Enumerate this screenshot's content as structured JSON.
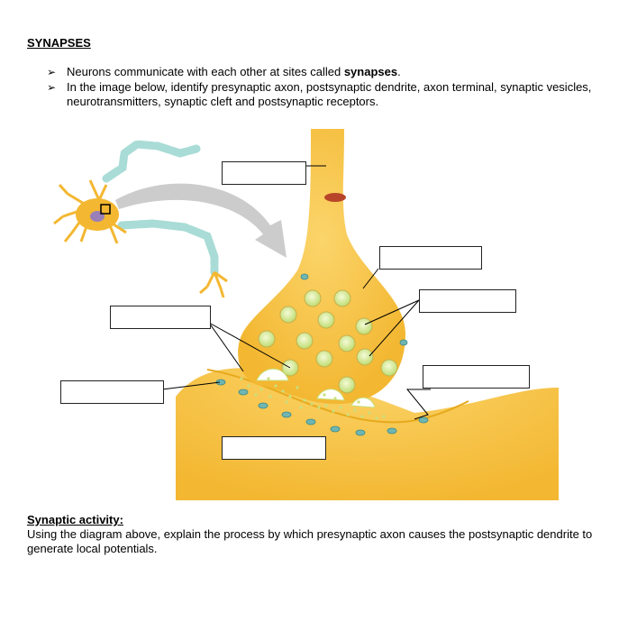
{
  "heading": "SYNAPSES",
  "bullets": {
    "b1_text": "Neurons communicate with each other at sites called ",
    "b1_bold": "synapses",
    "b1_end": ".",
    "b2_text": "In the image below, identify presynaptic axon, postsynaptic dendrite, axon terminal, synaptic vesicles, neurotransmitters, synaptic cleft and postsynaptic receptors."
  },
  "bullet_glyph": "➢",
  "activity": {
    "title": "Synaptic activity:",
    "body": "Using the diagram above, explain the process by which presynaptic axon causes the postsynaptic dendrite to generate local potentials."
  },
  "colors": {
    "neuron_yellow": "#f3b731",
    "neuron_light": "#fbd56b",
    "myelin": "#a9dcd6",
    "vesicle": "#d6ec8e",
    "arrow_gray": "#cccccc",
    "receptor": "#6fb6b3"
  }
}
